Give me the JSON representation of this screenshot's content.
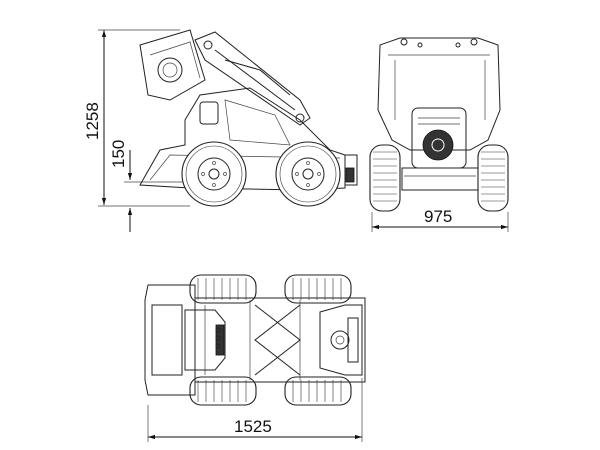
{
  "dimensions": {
    "height_total": "1258",
    "ground_clearance": "150",
    "track_width": "975",
    "length_total": "1525"
  }
}
